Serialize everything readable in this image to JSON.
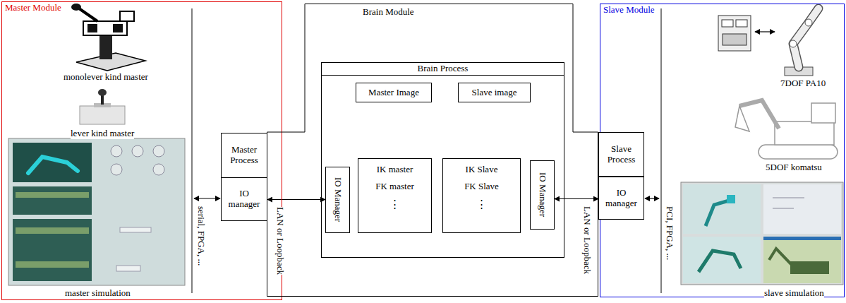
{
  "diagram": {
    "nodes": [
      {
        "text": [
          "Master Module"
        ]
      },
      {
        "text": [
          "Master Process"
        ],
        "in": 0
      },
      {
        "text": [
          "IO manager"
        ],
        "in": 0
      },
      {
        "text": [
          "Brain Module"
        ]
      },
      {
        "text": [
          "Brain Process"
        ],
        "in": 3
      },
      {
        "text": [
          "Master Image"
        ],
        "in": 4
      },
      {
        "text": [
          "Slave image"
        ],
        "in": 4
      },
      {
        "text": [
          "IO Manager"
        ],
        "in": 4
      },
      {
        "text": [
          "IK master",
          "FK master",
          "⋮"
        ],
        "in": 4
      },
      {
        "text": [
          "IK Slave",
          "FK Slave",
          "⋮"
        ],
        "in": 4
      },
      {
        "text": [
          "IO Manager"
        ],
        "in": 4
      },
      {
        "text": [
          "Slave Module"
        ]
      },
      {
        "text": [
          "Slave Process"
        ],
        "in": 11
      },
      {
        "text": [
          "IO manager"
        ],
        "in": 11
      }
    ],
    "edges": [
      {
        "from": 2,
        "to": 7,
        "arrow": "both",
        "label": "LAN or Loopback"
      },
      {
        "from": 10,
        "to": 13,
        "arrow": "both",
        "label": "LAN or Loopback"
      }
    ],
    "labels": [
      "monolever kind master",
      "lever kind master",
      "master simulation",
      "serial, FPGA, ...",
      "7DOF PA10",
      "5DOF komatsu",
      "slave simulation",
      "PCI, FPGA, ..."
    ]
  }
}
